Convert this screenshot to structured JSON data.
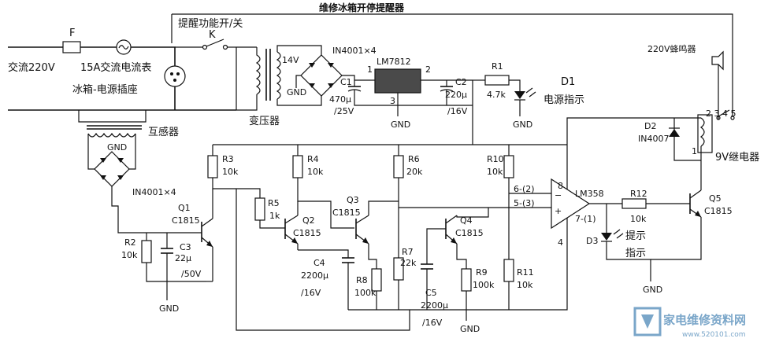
{
  "title": "维修冰箱开停提醒器",
  "labels": {
    "ac_in": "交流220V",
    "fuse": "F",
    "ammeter": "15A交流电流表",
    "socket": "冰箱-电源插座",
    "switch_title": "提醒功能开/关",
    "switch_k": "K",
    "transformer_sec": "14V",
    "transformer": "变压器",
    "ct": "互感器",
    "bridge1": "IN4001×4",
    "bridge2": "IN4001×4",
    "gnd": "GND",
    "reg": "LM7812",
    "reg_pin1": "1",
    "reg_pin2": "2",
    "reg_pin3": "3",
    "c1_name": "C1",
    "c1_val1": "470µ",
    "c1_val2": "/25V",
    "c2_name": "C2",
    "c2_val1": "220µ",
    "c2_val2": "/16V",
    "r1_name": "R1",
    "r1_val": "4.7k",
    "d1_name": "D1",
    "d1_desc": "电源指示",
    "buzzer": "220V蜂鸣器",
    "relay": "9V继电器",
    "relay_pins": "2 3  4  5",
    "relay_pin1": "1",
    "d2_name": "D2",
    "d2_val": "IN4007",
    "r3_name": "R3",
    "r3_val": "10k",
    "r4_name": "R4",
    "r4_val": "10k",
    "r6_name": "R6",
    "r6_val": "20k",
    "r10_name": "R10",
    "r10_val": "10k",
    "r5_name": "R5",
    "r5_val": "1k",
    "q1_name": "Q1",
    "q1_val": "C1815",
    "q2_name": "Q2",
    "q2_val": "C1815",
    "q3_name": "Q3",
    "q3_val": "C1815",
    "q4_name": "Q4",
    "q4_val": "C1815",
    "q5_name": "Q5",
    "q5_val": "C1815",
    "r2_name": "R2",
    "r2_val": "10k",
    "c3_name": "C3",
    "c3_val1": "22µ",
    "c3_val2": "/50V",
    "c4_name": "C4",
    "c4_val1": "2200µ",
    "c4_val2": "/16V",
    "c5_name": "C5",
    "c5_val1": "2200µ",
    "c5_val2": "/16V",
    "r7_name": "R7",
    "r7_val": "22k",
    "r8_name": "R8",
    "r8_val": "100k",
    "r9_name": "R9",
    "r9_val": "100k",
    "r11_name": "R11",
    "r11_val": "10k",
    "r12_name": "R12",
    "r12_val": "10k",
    "opamp": "LM358",
    "op_pin6": "6-(2)",
    "op_pin5": "5-(3)",
    "op_pin7": "7-(1)",
    "op_pin8": "8",
    "op_pin4": "4",
    "d3_name": "D3",
    "d3_desc1": "提示",
    "d3_desc2": "指示",
    "watermark": "家电维修资料网",
    "watermark_url": "www.520101.com"
  }
}
